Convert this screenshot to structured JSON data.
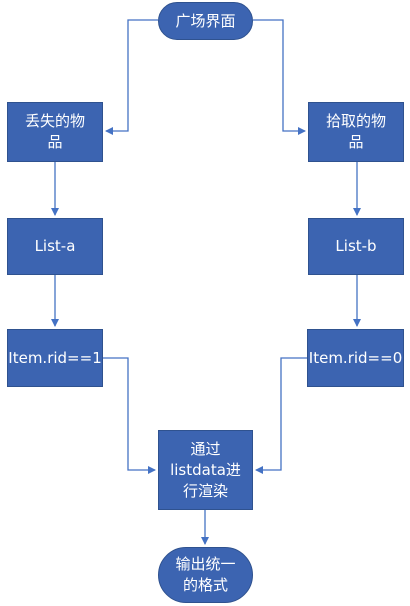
{
  "diagram": {
    "nodes": {
      "plaza": "广场界面",
      "lost_items": "丢失的物\n品",
      "picked_items": "拾取的物\n品",
      "list_a": "List-a",
      "list_b": "List-b",
      "rid_1": "Item.rid==1",
      "rid_0": "Item.rid==0",
      "render": "通过\nlistdata进\n行渲染",
      "output": "输出统一\n的格式"
    },
    "colors": {
      "node_fill": "#3c64b1",
      "node_border": "#2f528f",
      "edge": "#4472c4",
      "text": "#ffffff"
    }
  }
}
